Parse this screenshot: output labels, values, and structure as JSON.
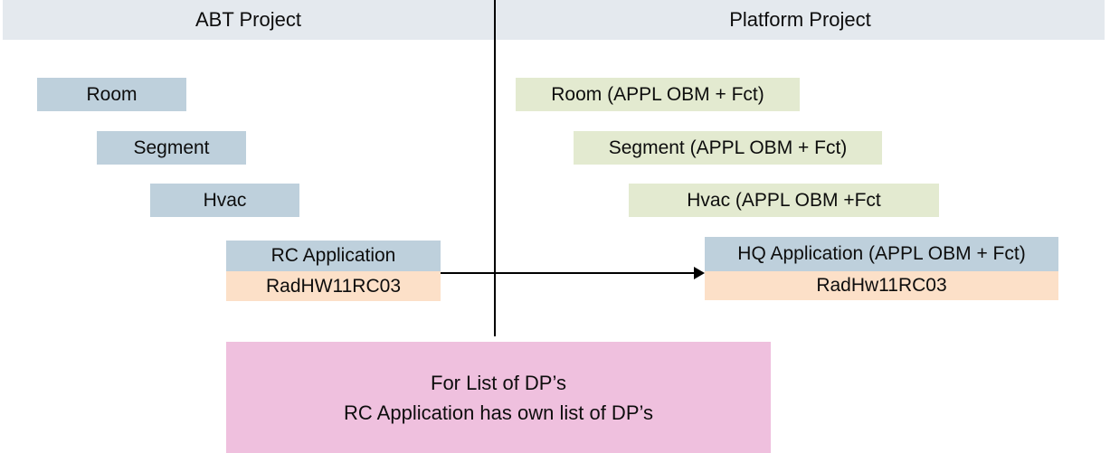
{
  "header": {
    "left_title": "ABT Project",
    "right_title": "Platform Project"
  },
  "abt_project": {
    "boxes": [
      {
        "label": "Room"
      },
      {
        "label": "Segment"
      },
      {
        "label": "Hvac"
      },
      {
        "label": "RC Application"
      },
      {
        "label": "RadHW11RC03"
      }
    ]
  },
  "platform_project": {
    "boxes": [
      {
        "label": "Room (APPL OBM + Fct)"
      },
      {
        "label": "Segment (APPL OBM + Fct)"
      },
      {
        "label": "Hvac (APPL OBM +Fct"
      },
      {
        "label": "HQ Application  (APPL OBM + Fct)"
      },
      {
        "label": "RadHw11RC03"
      }
    ]
  },
  "note": {
    "line1": "For List of DP’s",
    "line2": "RC Application has own list of DP’s"
  },
  "colors": {
    "header_bg": "#e4e9ee",
    "blue_box": "#bed0dc",
    "green_box": "#e3ead0",
    "peach_box": "#fce0c8",
    "pink_box": "#efc0de",
    "line": "#000000",
    "text": "#0d0d0d"
  }
}
